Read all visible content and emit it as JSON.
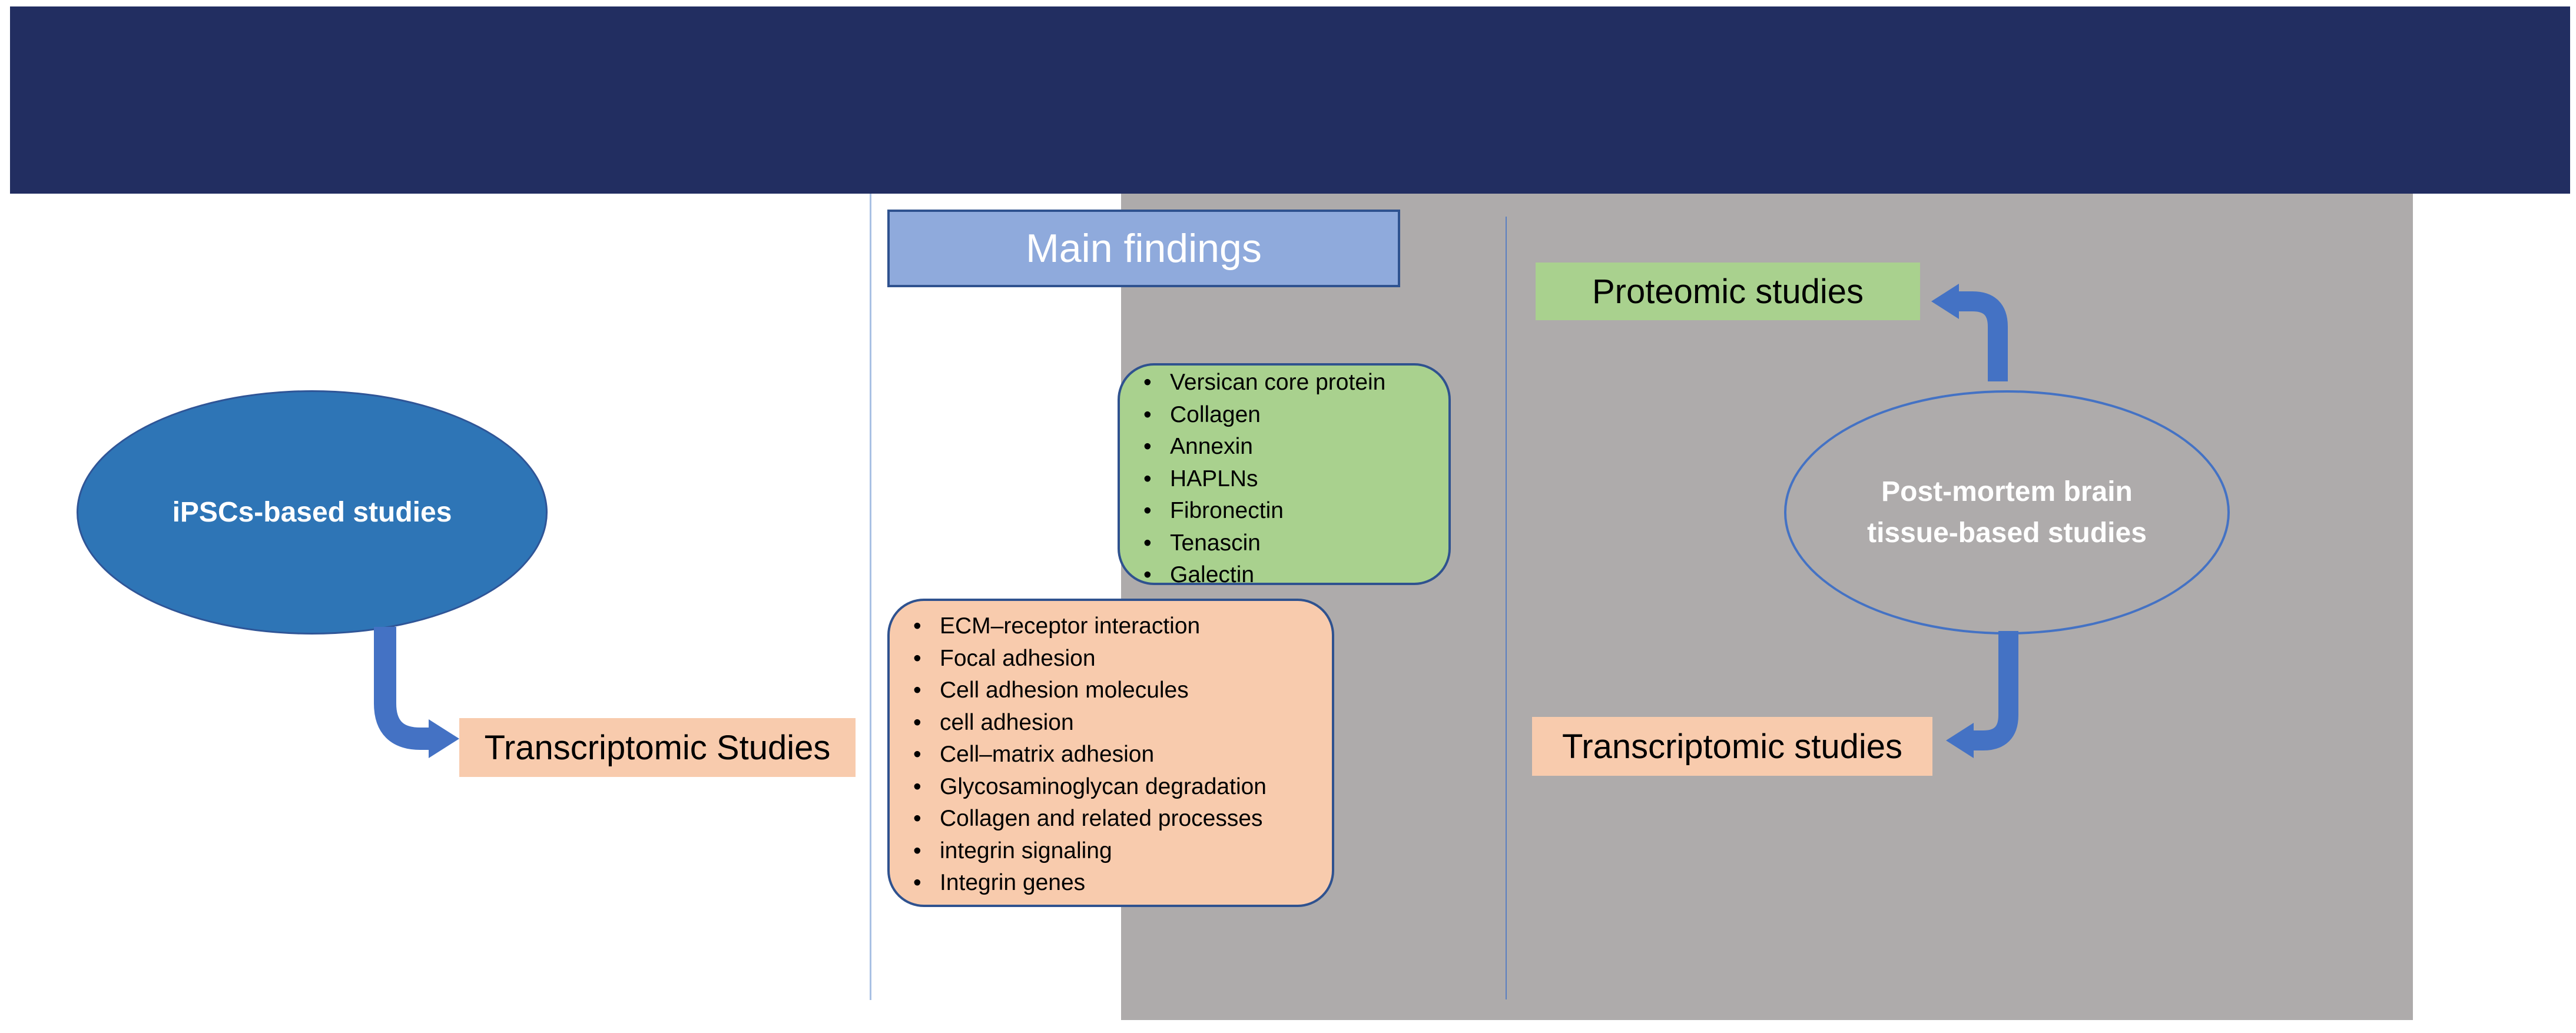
{
  "diagram": {
    "main_findings": "Main findings",
    "ipsc_studies": "iPSCs-based studies",
    "postmortem_studies": "Post-mortem brain tissue-based studies",
    "transcriptomic_left": "Transcriptomic Studies",
    "proteomic": "Proteomic studies",
    "transcriptomic_right": "Transcriptomic studies",
    "proteomic_findings": [
      "Versican core protein",
      "Collagen",
      "Annexin",
      "HAPLNs",
      "Fibronectin",
      "Tenascin",
      "Galectin"
    ],
    "transcriptomic_findings": [
      "ECM–receptor interaction",
      "Focal adhesion",
      "Cell adhesion molecules",
      "cell adhesion",
      "Cell–matrix adhesion",
      "Glycosaminoglycan degradation",
      "Collagen and related processes",
      "integrin signaling",
      "Integrin genes"
    ]
  },
  "colors": {
    "header": "#222e61",
    "panel_grey": "#aeabab",
    "ipsc_blue": "#2e75b6",
    "arrow_blue": "#4472c4",
    "main_findings_blue": "#8faadc",
    "green": "#a9d18e",
    "orange": "#f8cbad"
  }
}
